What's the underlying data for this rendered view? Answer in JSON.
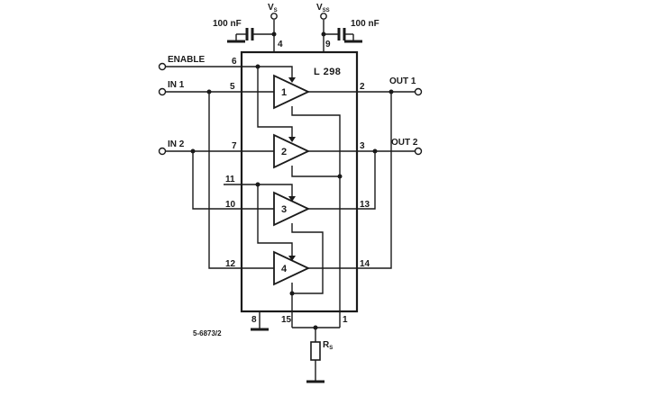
{
  "chip": {
    "name": "L 298"
  },
  "supply": {
    "vs_main": "V",
    "vs_sub": "S",
    "vss_main": "V",
    "vss_sub": "SS",
    "vs_pin": "4",
    "vss_pin": "9",
    "cap_left": "100 nF",
    "cap_right": "100 nF"
  },
  "inputs": {
    "enable": "ENABLE",
    "in1": "IN 1",
    "in2": "IN 2"
  },
  "outputs": {
    "out1": "OUT 1",
    "out2": "OUT 2"
  },
  "pins": {
    "p6": "6",
    "p5": "5",
    "p7": "7",
    "p11": "11",
    "p10": "10",
    "p12": "12",
    "p2": "2",
    "p3": "3",
    "p13": "13",
    "p14": "14",
    "p8": "8",
    "p15": "15",
    "p1": "1"
  },
  "amplifiers": [
    "1",
    "2",
    "3",
    "4"
  ],
  "sense": {
    "main": "R",
    "sub": "S"
  },
  "reference": "5-6873/2"
}
